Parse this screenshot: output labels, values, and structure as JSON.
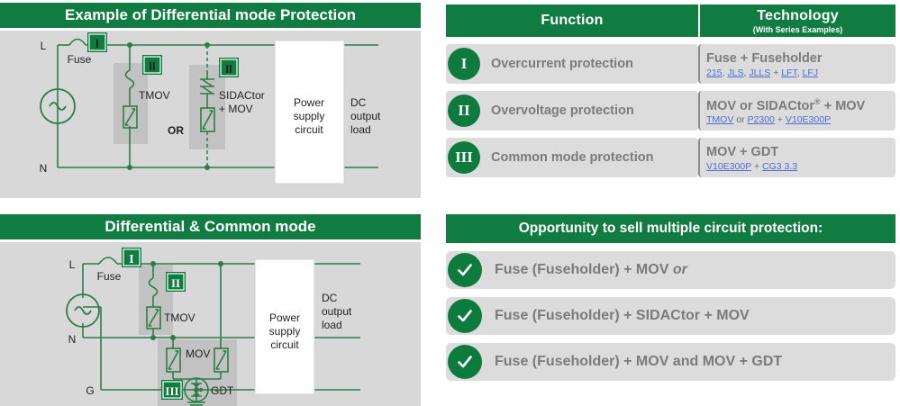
{
  "colors": {
    "green_bar": "#107C41",
    "badge_green": "#0D7A3E",
    "panel_gray": "#d8d8d8",
    "row_gray": "#dcdcdc",
    "label_gray": "#7b7b7b",
    "link_blue": "#4a6fd4",
    "circuit_green": "#2E7D47"
  },
  "diagram_top": {
    "title": "Example of Differential mode Protection",
    "labels": {
      "line": "L",
      "neutral": "N",
      "fuse": "Fuse",
      "tmov": "TMOV",
      "sidactor": "SIDACtor",
      "sidactor2": "+ MOV",
      "or": "OR",
      "psu_1": "Power",
      "psu_2": "supply",
      "psu_3": "circuit",
      "dc_1": "DC",
      "dc_2": "output",
      "dc_3": "load"
    },
    "badges": [
      "I",
      "II",
      "II"
    ]
  },
  "diagram_bottom": {
    "title": "Differential & Common mode",
    "labels": {
      "line": "L",
      "neutral": "N",
      "ground": "G",
      "fuse": "Fuse",
      "tmov": "TMOV",
      "mov": "MOV",
      "gdt": "GDT",
      "psu_1": "Power",
      "psu_2": "supply",
      "psu_3": "circuit",
      "dc_1": "DC",
      "dc_2": "output",
      "dc_3": "load"
    },
    "badges": [
      "I",
      "II",
      "III"
    ]
  },
  "table": {
    "header": {
      "function": "Function",
      "technology": "Technology",
      "technology_sub": "(With Series Examples)"
    },
    "rows": [
      {
        "numeral": "I",
        "function": "Overcurrent protection",
        "tech_main": "Fuse + Fuseholder",
        "tech_main_sup": "",
        "links": [
          "215",
          ", ",
          "JLS",
          ", ",
          "JLLS",
          " + ",
          "LFT",
          ", ",
          "LFJ"
        ],
        "link_flags": [
          1,
          0,
          1,
          0,
          1,
          0,
          1,
          0,
          1
        ]
      },
      {
        "numeral": "II",
        "function": "Overvoltage protection",
        "tech_main": "MOV or SIDACtor",
        "tech_main_sup": "®",
        "tech_main_tail": " + MOV",
        "links": [
          "TMOV",
          " or ",
          "P2300",
          " + ",
          "V10E300P"
        ],
        "link_flags": [
          1,
          0,
          1,
          0,
          1
        ]
      },
      {
        "numeral": "III",
        "function": "Common mode protection",
        "tech_main": "MOV + GDT",
        "tech_main_sup": "",
        "links": [
          "V10E300P",
          " + ",
          "CG3 3.3"
        ],
        "link_flags": [
          1,
          0,
          1
        ]
      }
    ]
  },
  "opportunity": {
    "title": "Opportunity to sell multiple circuit protection:",
    "items": [
      {
        "text": "Fuse (Fuseholder) + MOV ",
        "italic": "or"
      },
      {
        "text": "Fuse (Fuseholder) + SIDACtor + MOV",
        "italic": ""
      },
      {
        "text": "Fuse (Fuseholder) + MOV and MOV + GDT",
        "italic": ""
      }
    ],
    "check_glyph": "check-icon"
  }
}
